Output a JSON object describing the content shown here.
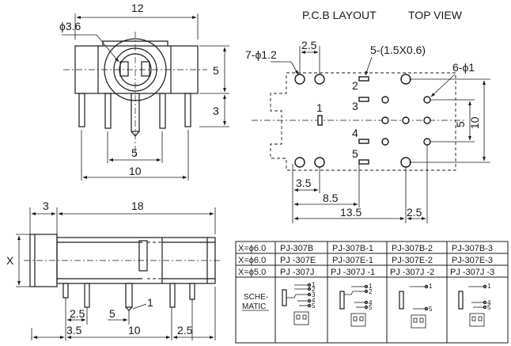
{
  "header": {
    "pcb_layout": "P.C.B LAYOUT",
    "top_view": "TOP VIEW"
  },
  "front_view": {
    "width": "12",
    "diameter": "ϕ3.6",
    "height": "5",
    "pin_len": "3",
    "pin_pitch_inner": "5",
    "pin_pitch_outer": "10"
  },
  "side_view": {
    "flange": "3",
    "length": "18",
    "x_label": "X",
    "d_2_5": "2.5",
    "d_5": "5",
    "d_1": "1",
    "d_3_5": "3.5",
    "d_10": "10",
    "d_2_5b": "2.5"
  },
  "pcb": {
    "holes_7": "7-ϕ1.2",
    "d_2_5_top": "2.5",
    "slots_5": "5-(1.5X0.6)",
    "holes_6": "6-ϕ1",
    "pin_2": "2",
    "pin_1": "1",
    "pin_3": "3",
    "pin_4": "4",
    "pin_5": "5",
    "d_5": "5",
    "d_10": "10",
    "d_3_5": "3.5",
    "d_8_5": "8.5",
    "d_13_5": "13.5",
    "d_2_5_bot": "2.5"
  },
  "table": {
    "rows": [
      {
        "x": "X=ϕ6.0",
        "a": "PJ-307B",
        "b": "PJ-307B-1",
        "c": "PJ-307B-2",
        "d": "PJ-307B-3"
      },
      {
        "x": "X=ϕ6.0",
        "a": "PJ -307E",
        "b": "PJ-307E-1",
        "c": "PJ-307E-2",
        "d": "PJ-307E-3"
      },
      {
        "x": "X=ϕ5.0",
        "a": "PJ -307J",
        "b": "PJ -307J -1",
        "c": "PJ -307J -2",
        "d": "PJ -307J -3"
      }
    ],
    "schematic_label_1": "SCHE-",
    "schematic_label_2": "MATIC",
    "sch_nums": {
      "a1": "1",
      "a2": "2",
      "a3": "3",
      "a4": "4",
      "a5": "5",
      "b1": "1",
      "b2": "2",
      "b4": "4",
      "b5": "5",
      "c1": "1",
      "c5": "5",
      "d1": "1",
      "d4": "4",
      "d5": "5"
    }
  }
}
